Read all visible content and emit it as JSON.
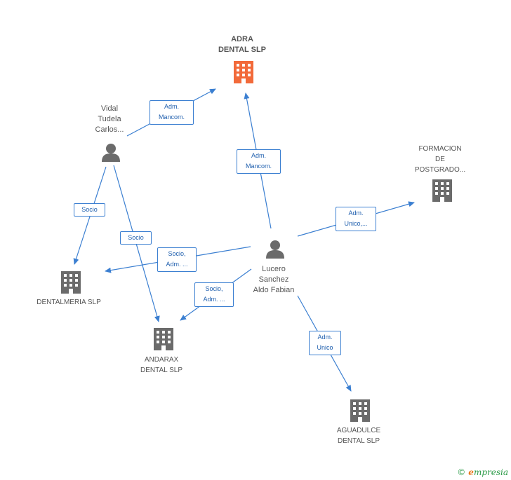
{
  "nodes": {
    "adra": {
      "lines": [
        "ADRA",
        "DENTAL SLP"
      ],
      "color": "#f26a3a"
    },
    "vidal": {
      "lines": [
        "Vidal",
        "Tudela",
        "Carlos..."
      ]
    },
    "formacion": {
      "lines": [
        "FORMACION",
        "DE",
        "POSTGRADO..."
      ]
    },
    "lucero": {
      "lines": [
        "Lucero",
        "Sanchez",
        "Aldo Fabian"
      ]
    },
    "dentalmeria": {
      "lines": [
        "DENTALMERIA SLP"
      ]
    },
    "andarax": {
      "lines": [
        "ANDARAX",
        "DENTAL SLP"
      ]
    },
    "aguadulce": {
      "lines": [
        "AGUADULCE",
        "DENTAL SLP"
      ]
    }
  },
  "edges": {
    "vidal_adra": [
      "Adm.",
      "Mancom."
    ],
    "lucero_adra": [
      "Adm.",
      "Mancom."
    ],
    "lucero_formacion": [
      "Adm.",
      "Unico,..."
    ],
    "vidal_dentalmeria": [
      "Socio"
    ],
    "vidal_andarax": [
      "Socio"
    ],
    "lucero_dentalmeria": [
      "Socio,",
      "Adm. ..."
    ],
    "lucero_andarax": [
      "Socio,",
      "Adm. ..."
    ],
    "lucero_aguadulce": [
      "Adm.",
      "Unico"
    ]
  },
  "colors": {
    "edge": "#3b7fd1",
    "company": "#6b6b6b",
    "highlight": "#f26a3a",
    "person": "#6b6b6b"
  },
  "footer": {
    "copyright": "©",
    "brand_e": "e",
    "brand_rest": "mpresia"
  },
  "icons": {
    "company": "building-icon",
    "person": "person-icon"
  }
}
